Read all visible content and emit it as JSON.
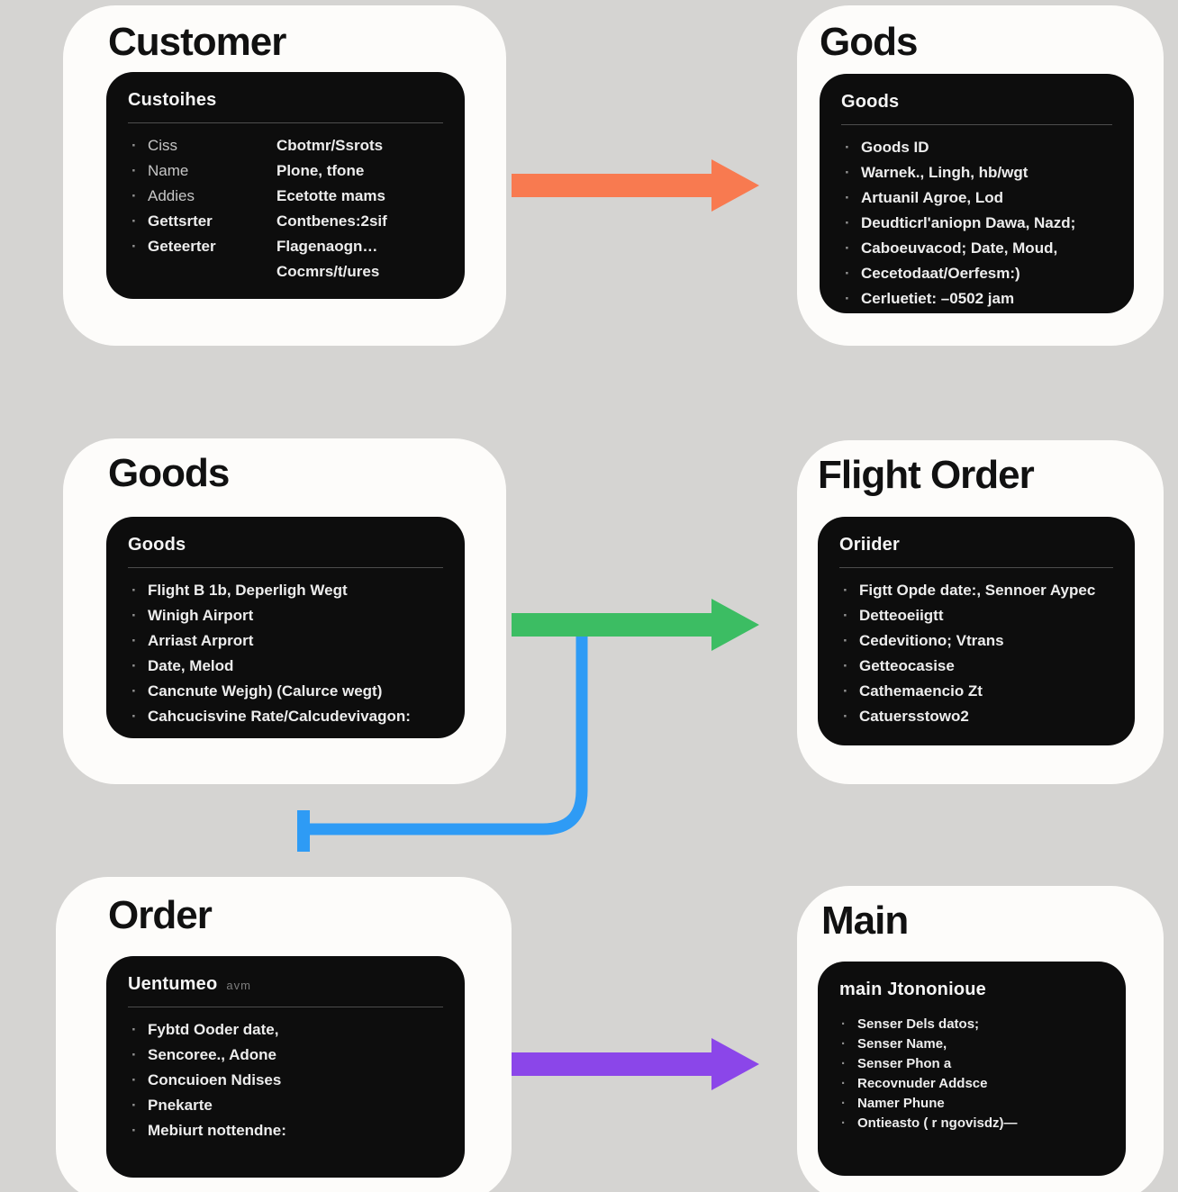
{
  "colors": {
    "bg": "#d5d4d2",
    "card": "#fdfcfa",
    "box": "#0d0d0d",
    "title": "#111111",
    "boxHeader": "#f5f5f5",
    "item": "#c6c6c6",
    "itemBold": "#ededed",
    "bullet": "#8f8f8f",
    "divider": "#4d4d4d"
  },
  "arrows": {
    "customer_to_gods": {
      "from": "Customer",
      "to": "Gods",
      "color": "#f87a50"
    },
    "goods_to_flight_order": {
      "from": "Goods",
      "to": "Flight Order",
      "color": "#3cbd63"
    },
    "goods_to_order": {
      "from": "Goods",
      "to": "Order",
      "color": "#2e9bf5"
    },
    "order_to_main": {
      "from": "Order",
      "to": "Main",
      "color": "#8b46e9"
    }
  },
  "cards": [
    {
      "title": "Customer",
      "box": {
        "header": "Custoihes",
        "left_items": [
          {
            "text": "Ciss"
          },
          {
            "text": "Name"
          },
          {
            "text": "Addies"
          },
          {
            "text": "Gettsrter",
            "bold": true
          },
          {
            "text": "Geteerter",
            "bold": true
          }
        ],
        "right_items": [
          "Cbotmr/Ssrots",
          "Plone, tfone",
          "Ecetotte mams",
          "Contbenes:2sif",
          "Flagenaogn…",
          "Cocmrs/t/ures"
        ]
      }
    },
    {
      "title": "Gods",
      "box": {
        "header": "Goods",
        "items": [
          "Goods ID",
          "Warnek., Lingh, hb/wgt",
          "Artuanil Agroe, Lod",
          "Deudticrl'aniopn Dawa, Nazd;",
          "Caboeuvacod; Date, Moud,",
          "Cecetodaat/Oerfesm:)",
          "Cerluetiet: –0502 jam"
        ]
      }
    },
    {
      "title": "Goods",
      "box": {
        "header": "Goods",
        "items": [
          "Flight B 1b, Deperligh Wegt",
          "Winigh Airport",
          "Arriast Arprort",
          "Date, Melod",
          "Cancnute Wejgh) (Calurce wegt)",
          "Cahcucisvine Rate/Calcudevivagon:"
        ]
      }
    },
    {
      "title": "Flight Order",
      "box": {
        "header": "Oriider",
        "items": [
          "Figtt Opde date:, Sennoer Aypec",
          "Detteoeiigtt",
          "Cedevitiono; Vtrans",
          "Getteocasise",
          "Cathemaencio Zt",
          "Catuersstowo2"
        ]
      }
    },
    {
      "title": "Order",
      "box": {
        "header": "Uentumeo",
        "header_suffix": "avm",
        "items": [
          "Fybtd Ooder date,",
          "Sencoree., Adone",
          "Concuioen Ndises",
          "Pnekarte",
          "Mebiurt nottendne:"
        ]
      }
    },
    {
      "title": "Main",
      "box": {
        "header": "main Jtononioue",
        "items": [
          "Senser Dels datos;",
          "Senser Name,",
          "Senser Phon a",
          "Recovnuder Addsce",
          "Namer Phune",
          "Ontieasto ( r ngovisdz)—"
        ]
      }
    }
  ]
}
